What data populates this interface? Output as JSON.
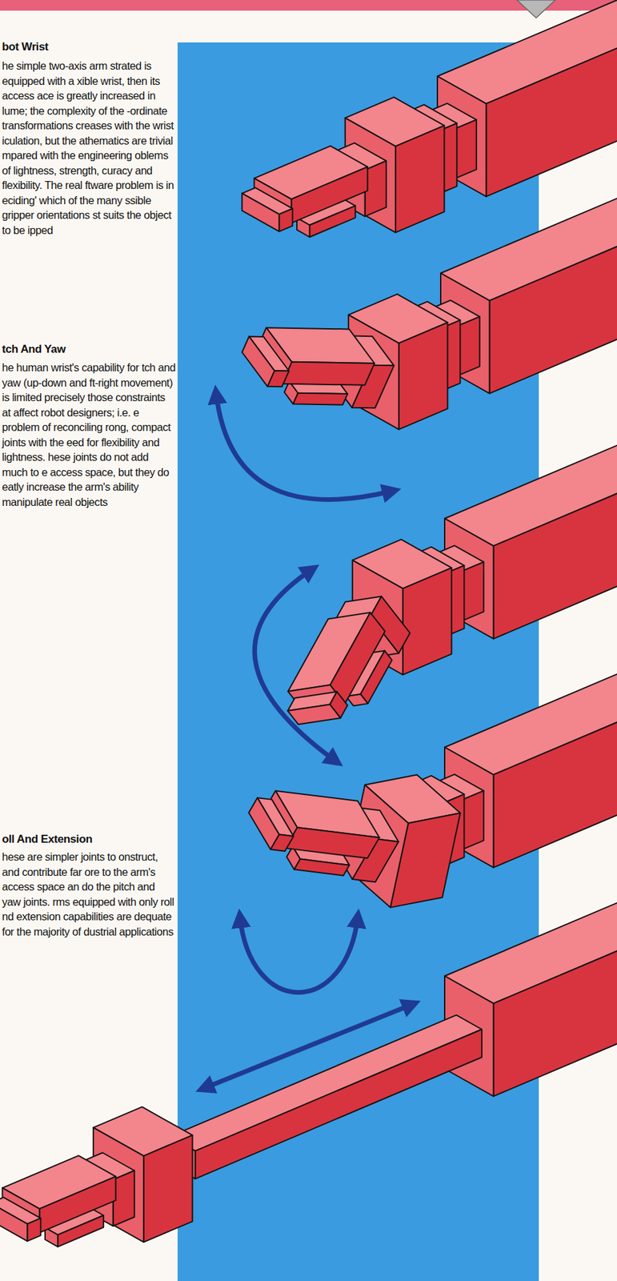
{
  "diagram": {
    "labels": [
      "bot Wrist",
      "he simple two-axis arm strated is equipped with a xible wrist, then its access ace is greatly increased in lume; the complexity of the -ordinate transformations creases with the wrist iculation, but the athematics are trivial mpared with the engineering oblems of lightness, strength, curacy and flexibility. The real ftware problem is in eciding' which of the many ssible gripper orientations st suits the object to be ipped",
      "tch And Yaw",
      "he human wrist's capability for tch and yaw (up-down and ft-right movement) is limited precisely those constraints at affect robot designers; i.e. e problem of reconciling rong, compact joints with the eed for flexibility and lightness. hese joints do not add much to e access space, but they do eatly increase the arm's ability manipulate real objects",
      "oll And Extension",
      "hese are simpler joints to onstruct, and contribute far ore to the arm's access space an do the pitch and yaw joints. rms equipped with only roll nd extension capabilities are dequate for the majority of dustrial applications"
    ]
  }
}
